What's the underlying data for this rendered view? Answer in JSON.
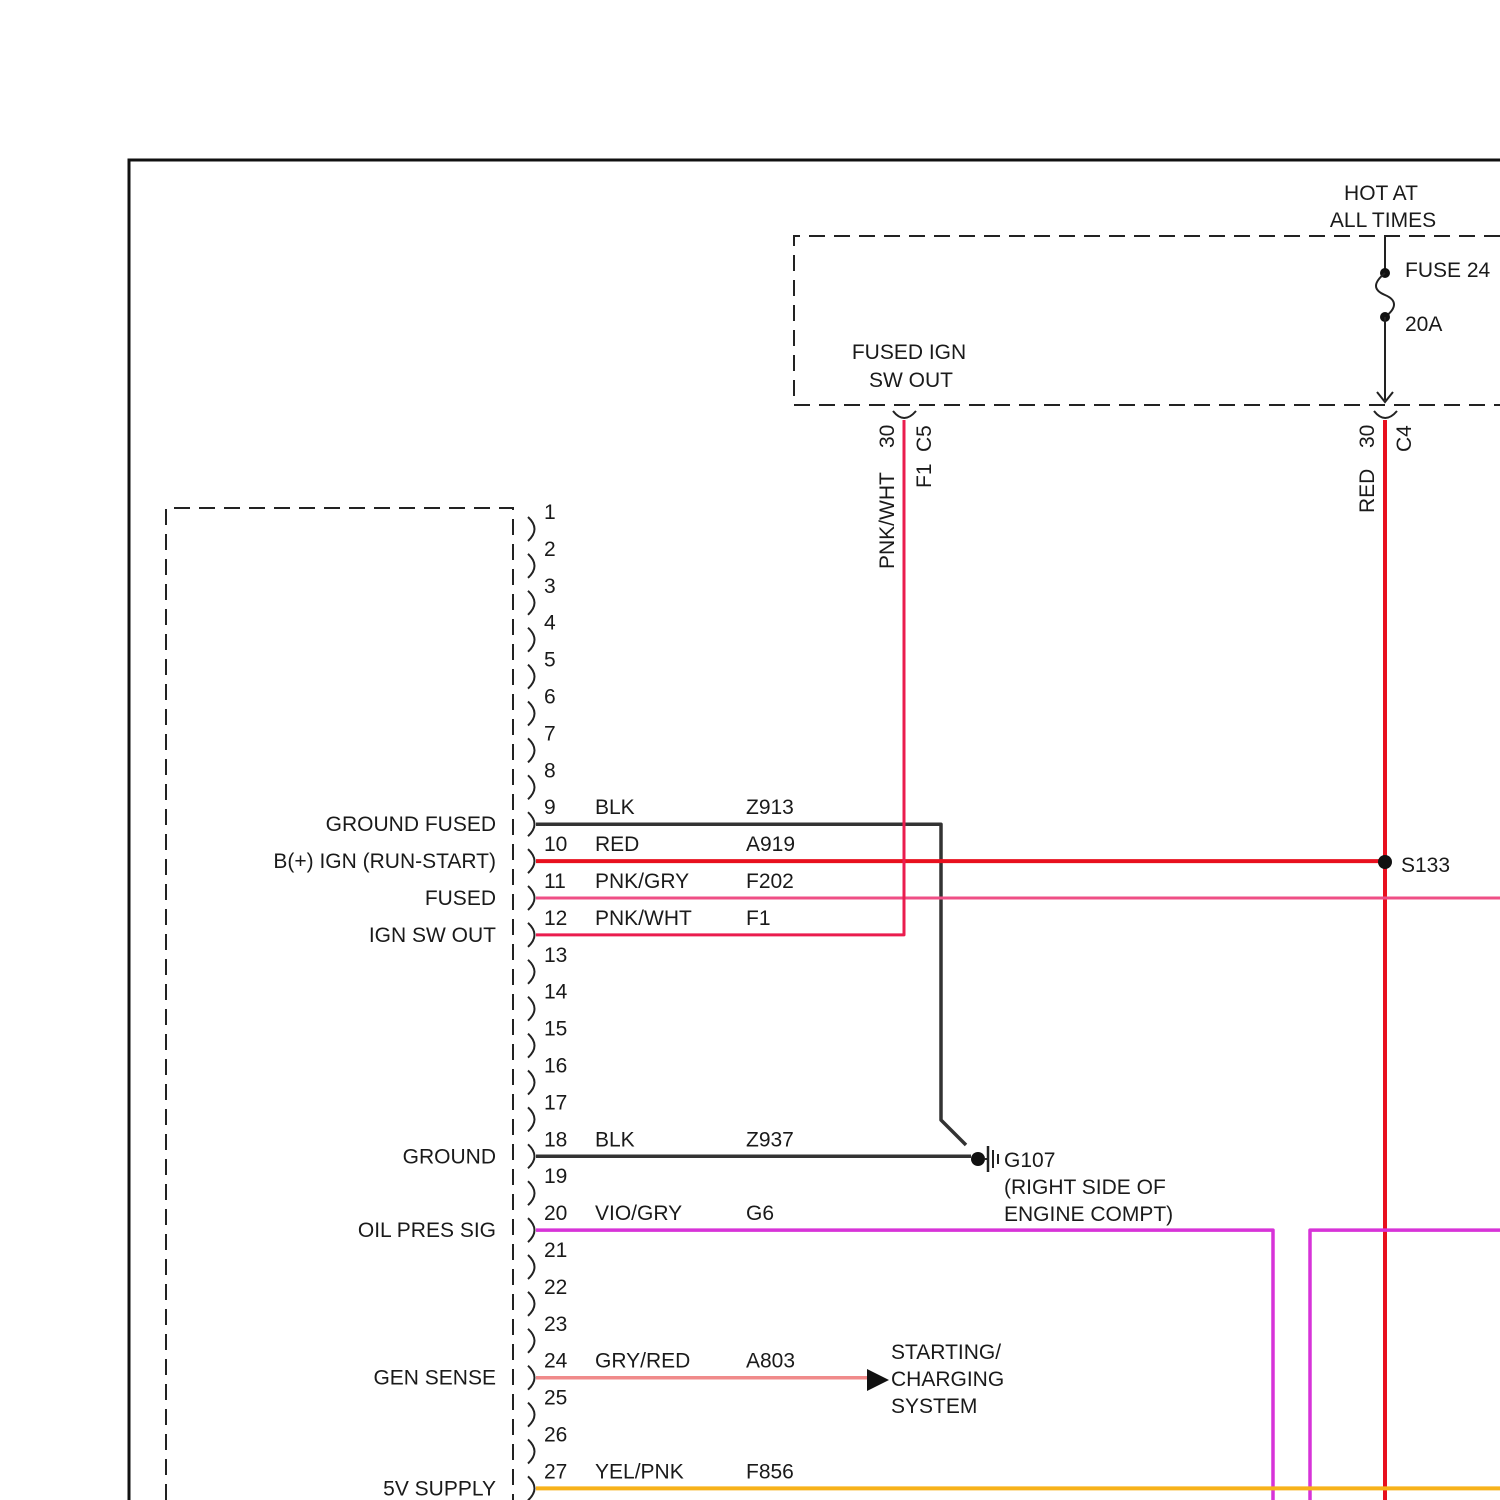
{
  "colors": {
    "BLK": "#333333",
    "RED": "#e8101e",
    "PNK/GRY": "#ef4f86",
    "PNK/WHT": "#ea1c4e",
    "VIO/GRY": "#d733d8",
    "GRY/RED": "#f08a8a",
    "YEL/PNK": "#f7b21a",
    "frame": "#111111",
    "dash": "#222222"
  },
  "power_source": {
    "title_line1": "HOT AT",
    "title_line2": "ALL TIMES",
    "fuse_label": "FUSE 24",
    "fuse_rating": "20A",
    "output_line1": "FUSED IGN",
    "output_line2": "SW OUT",
    "c5_pin": "30",
    "c5_connector": "C5",
    "c5_wire_color": "PNK/WHT",
    "c5_circuit": "F1",
    "c4_pin": "30",
    "c4_connector": "C4",
    "c4_wire_color": "RED"
  },
  "splice": {
    "id": "S133"
  },
  "ground_point": {
    "id": "G107",
    "line1": "(RIGHT SIDE OF",
    "line2": "ENGINE COMPT)"
  },
  "starting_system": {
    "line1": "STARTING/",
    "line2": "CHARGING",
    "line3": "SYSTEM"
  },
  "connector": {
    "pins": [
      "1",
      "2",
      "3",
      "4",
      "5",
      "6",
      "7",
      "8",
      "9",
      "10",
      "11",
      "12",
      "13",
      "14",
      "15",
      "16",
      "17",
      "18",
      "19",
      "20",
      "21",
      "22",
      "23",
      "24",
      "25",
      "26",
      "27"
    ],
    "function_labels": [
      {
        "pin": 9,
        "text": "GROUND FUSED"
      },
      {
        "pin": 10,
        "text": "B(+) IGN (RUN-START)"
      },
      {
        "pin": 11,
        "text": "FUSED"
      },
      {
        "pin": 12,
        "text": "IGN SW OUT"
      },
      {
        "pin": 18,
        "text": "GROUND"
      },
      {
        "pin": 20,
        "text": "OIL PRES SIG"
      },
      {
        "pin": 24,
        "text": "GEN SENSE"
      },
      {
        "pin": 27,
        "text": "5V SUPPLY"
      }
    ],
    "wires": [
      {
        "pin": 9,
        "color": "BLK",
        "circuit": "Z913"
      },
      {
        "pin": 10,
        "color": "RED",
        "circuit": "A919"
      },
      {
        "pin": 11,
        "color": "PNK/GRY",
        "circuit": "F202"
      },
      {
        "pin": 12,
        "color": "PNK/WHT",
        "circuit": "F1"
      },
      {
        "pin": 18,
        "color": "BLK",
        "circuit": "Z937"
      },
      {
        "pin": 20,
        "color": "VIO/GRY",
        "circuit": "G6"
      },
      {
        "pin": 24,
        "color": "GRY/RED",
        "circuit": "A803"
      },
      {
        "pin": 27,
        "color": "YEL/PNK",
        "circuit": "F856"
      }
    ]
  }
}
